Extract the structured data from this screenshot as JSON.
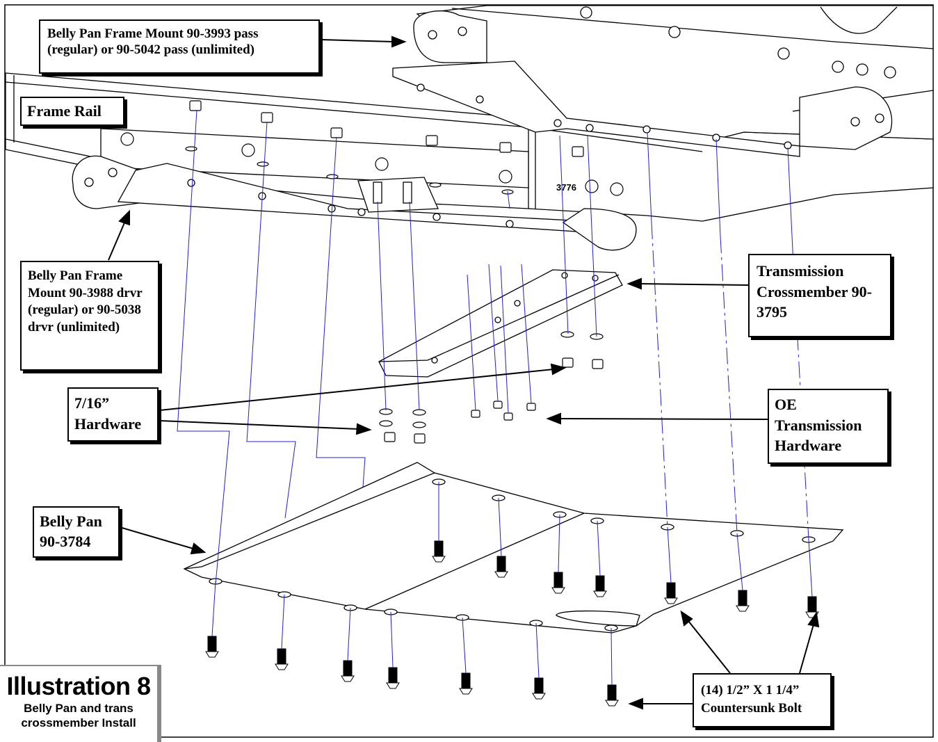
{
  "callouts": {
    "pass_mount": "Belly Pan Frame Mount 90-3993 pass (regular) or 90-5042 pass (unlimited)",
    "frame_rail": "Frame Rail",
    "drvr_mount": "Belly Pan Frame Mount 90-3988 drvr (regular) or 90-5038 drvr (unlimited)",
    "trans_crossmember": "Transmission Crossmember 90-3795",
    "hardware_716": "7/16” Hardware",
    "oe_trans_hardware": "OE Transmission Hardware",
    "belly_pan": "Belly Pan 90-3784",
    "countersunk_bolt": "(14) 1/2” X 1 1/4” Countersunk Bolt"
  },
  "part_stamp": "3776",
  "caption": {
    "title": "Illustration 8",
    "subtitle": "Belly Pan and trans crossmember Install"
  }
}
